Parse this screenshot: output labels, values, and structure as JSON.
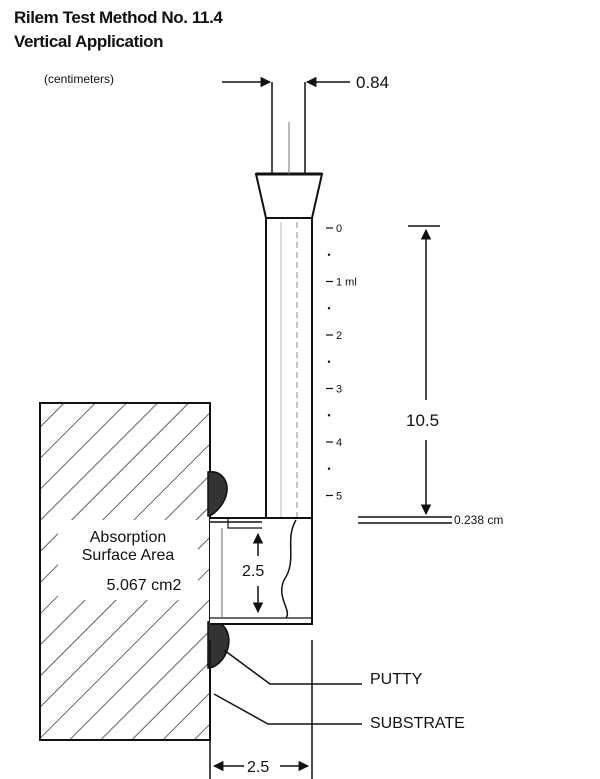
{
  "title": "Rilem Test Method No. 11.4",
  "subtitle": "Vertical Application",
  "units": "(centimeters)",
  "scale_marks": [
    {
      "label": "0"
    },
    {
      "label": "1 ml"
    },
    {
      "label": "2"
    },
    {
      "label": "3"
    },
    {
      "label": "4"
    },
    {
      "label": "5"
    }
  ],
  "dimensions": {
    "tube_diameter": "0.84",
    "column_height": "10.5",
    "base_gap": "0.238 cm",
    "chamber_height": "2.5",
    "chamber_depth": "2.5"
  },
  "labels": {
    "area_line1": "Absorption",
    "area_line2": "Surface Area",
    "area_value": "5.067 cm2",
    "putty": "PUTTY",
    "substrate": "SUBSTRATE"
  }
}
